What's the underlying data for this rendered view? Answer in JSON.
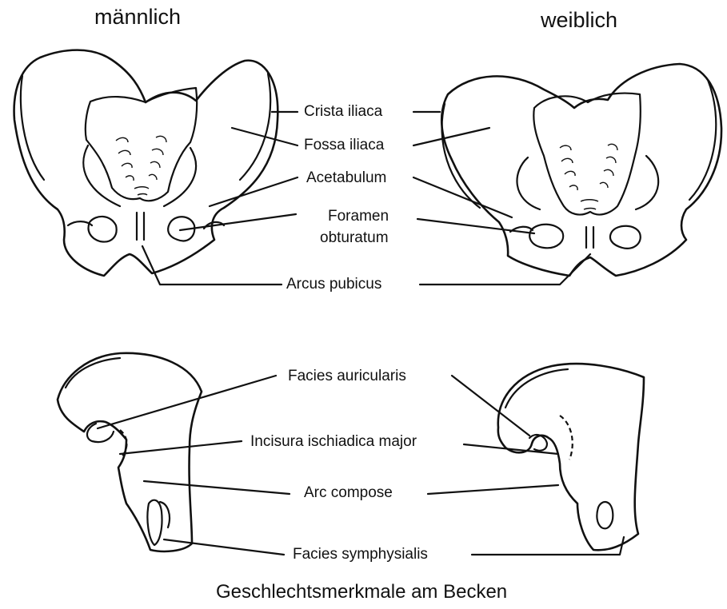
{
  "headers": {
    "male": "männlich",
    "female": "weiblich"
  },
  "labels": {
    "crista_iliaca": "Crista iliaca",
    "fossa_iliaca": "Fossa iliaca",
    "acetabulum": "Acetabulum",
    "foramen_obturatum_1": "Foramen",
    "foramen_obturatum_2": "obturatum",
    "arcus_pubicus": "Arcus pubicus",
    "facies_auricularis": "Facies auricularis",
    "incisura_ischiadica_major": "Incisura ischiadica major",
    "arc_compose": "Arc compose",
    "facies_symphysialis": "Facies symphysialis"
  },
  "caption": "Geschlechtsmerkmale am Becken"
}
